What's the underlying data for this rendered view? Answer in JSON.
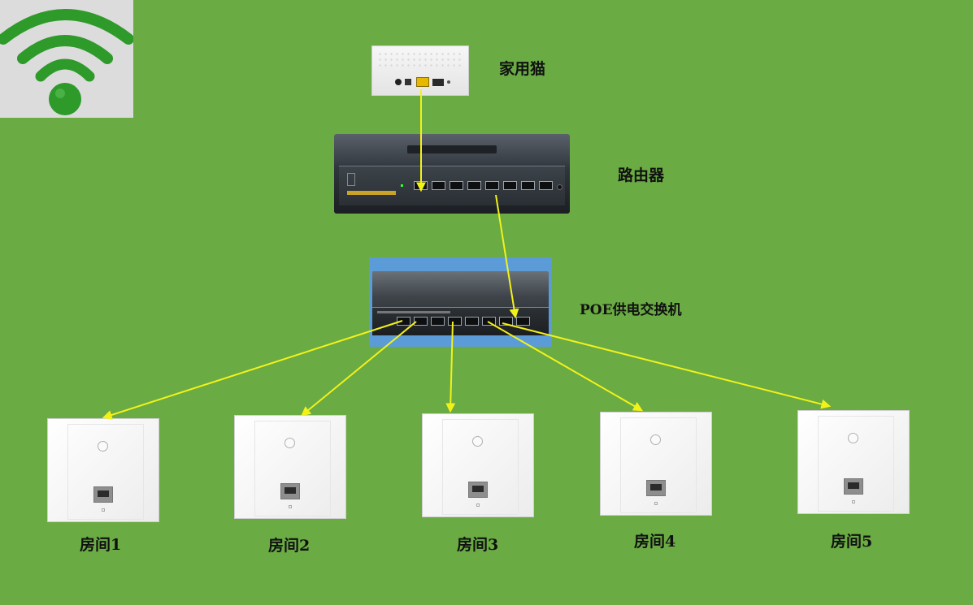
{
  "devices": {
    "modem": {
      "label": "家用猫"
    },
    "router": {
      "label": "路由器"
    },
    "poe_switch": {
      "label": "POE供电交换机"
    }
  },
  "rooms": [
    {
      "label": "房间1"
    },
    {
      "label": "房间2"
    },
    {
      "label": "房间3"
    },
    {
      "label": "房间4"
    },
    {
      "label": "房间5"
    }
  ],
  "colors": {
    "background": "#6aab43",
    "link_line": "#f2f21a",
    "wifi_icon": "#2e9a2a",
    "poe_highlight": "#5a9bd8"
  },
  "icons": {
    "wifi": "wifi-icon"
  }
}
